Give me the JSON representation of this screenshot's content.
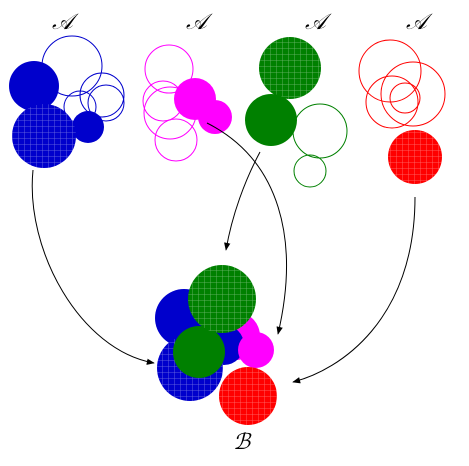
{
  "labels": {
    "a1": "𝒜",
    "a2": "𝒜",
    "a3": "𝒜",
    "a4": "𝒜",
    "b": "ℬ"
  },
  "colors": {
    "blue": "#0000cc",
    "magenta": "#ff00ff",
    "green": "#008000",
    "red": "#ff0000",
    "arrow": "#000000"
  }
}
